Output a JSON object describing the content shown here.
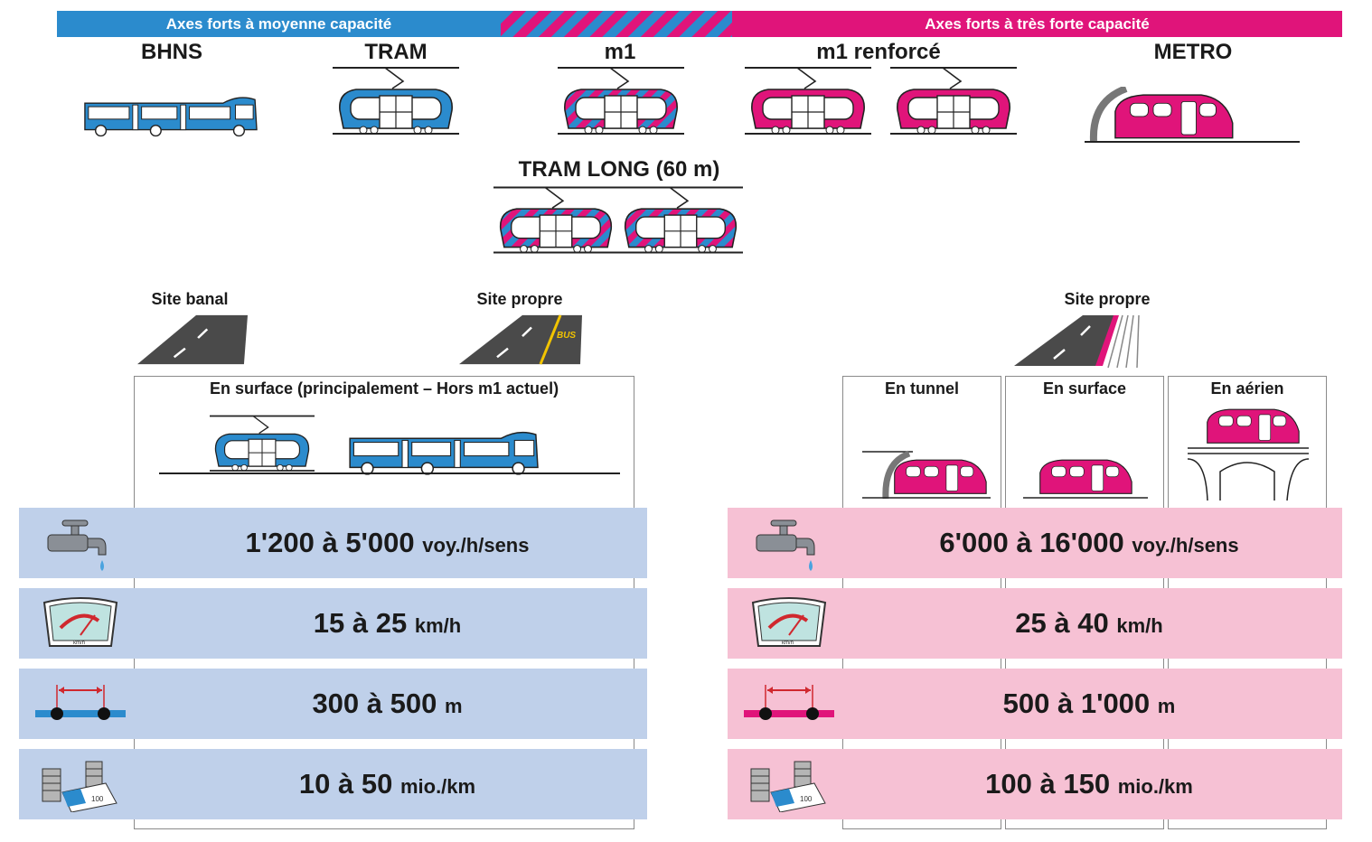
{
  "header": {
    "left": "Axes forts à moyenne capacité",
    "right": "Axes forts à très forte capacité"
  },
  "vehicles": {
    "bhns": "BHNS",
    "tram": "TRAM",
    "m1": "m1",
    "m1_renforce": "m1 renforcé",
    "metro": "METRO",
    "tram_long": "TRAM LONG (60 m)"
  },
  "sites": {
    "banal": "Site banal",
    "propre_left": "Site propre",
    "propre_right": "Site propre",
    "bus_marking": "BUS"
  },
  "frames": {
    "surface_main": "En surface (principalement – Hors m1 actuel)",
    "tunnel": "En tunnel",
    "surface": "En surface",
    "aerien": "En aérien"
  },
  "stats_left": {
    "capacity": {
      "value": "1'200 à 5'000",
      "unit": "voy./h/sens"
    },
    "speed": {
      "value": "15 à 25",
      "unit": "km/h"
    },
    "spacing": {
      "value": "300 à 500",
      "unit": "m"
    },
    "cost": {
      "value": "10 à 50",
      "unit": "mio./km"
    }
  },
  "stats_right": {
    "capacity": {
      "value": "6'000 à 16'000",
      "unit": "voy./h/sens"
    },
    "speed": {
      "value": "25 à 40",
      "unit": "km/h"
    },
    "spacing": {
      "value": "500 à 1'000",
      "unit": "m"
    },
    "cost": {
      "value": "100 à 150",
      "unit": "mio./km"
    }
  },
  "icon_labels": {
    "gauge_unit": "km/h",
    "bill": "100"
  },
  "icons": [
    "tap-icon",
    "speedometer-icon",
    "station-spacing-icon",
    "money-icon"
  ],
  "colors": {
    "blue": "#2b8bcd",
    "pink": "#e0147a",
    "light_blue": "#bfd0ea",
    "light_pink": "#f6c1d4"
  }
}
